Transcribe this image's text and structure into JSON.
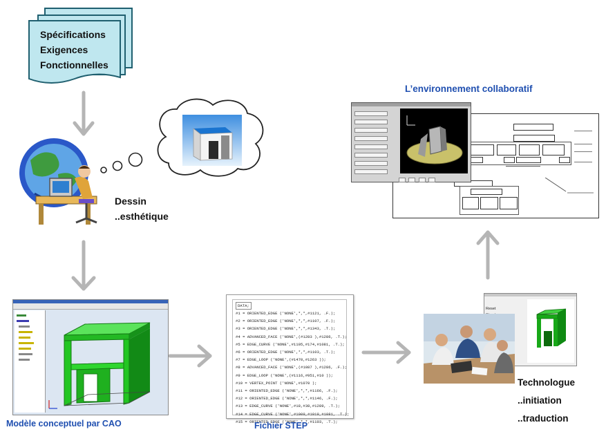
{
  "labels": {
    "specs": [
      "Spécifications",
      "Exigences",
      "Fonctionnelles"
    ],
    "dessin": [
      "Dessin",
      "..esthétique"
    ],
    "env_title": "L’environnement collaboratif",
    "cao_caption": "Modèle conceptuel par CAO",
    "step_caption": "Fichier STEP",
    "technologue": [
      "Technologue",
      "..initiation",
      "..traduction"
    ]
  },
  "step_file": {
    "header": "DATA;",
    "lines": [
      "#1 = ORIENTED_EDGE ('NONE',*,*,#1121, .F.);",
      "#2 = ORIENTED_EDGE ('NONE',*,*,#1107, .F.);",
      "#3 = ORIENTED_EDGE ('NONE',*,*,#1343, .T.);",
      "#4 = ADVANCED_FACE ('NONE',(#1283 ),#1286, .T.);",
      "#5 = EDGE_CURVE ('NONE',#1105,#174,#1081, .T.);",
      "#6 = ORIENTED_EDGE ('NONE',*,*,#1103, .T.);",
      "#7 = EDGE_LOOP ('NONE',(#1470,#1263 ));",
      "#8 = ADVANCED_FACE ('NONE',(#1087 ),#1286, .F.);",
      "#9 = EDGE_LOOP ('NONE',(#1116,#951,#10 ));",
      "#10 = VERTEX_POINT ('NONE',#1070 );",
      "#11 = ORIENTED_EDGE ('NONE',*,*,#1166, .F.);",
      "#12 = ORIENTED_EDGE ('NONE',*,*,#1146, .F.);",
      "#13 = EDGE_CURVE ('NONE',#18,#38,#1289, .T.);",
      "#14 = EDGE_CURVE ('NONE',#1009,#1019,#1081, .T.);",
      "#15 = ORIENTED_EDGE ('NONE',*,*,#1103, .T.);"
    ]
  },
  "tech_window": {
    "items": [
      "Reset",
      "Structure"
    ]
  },
  "colors": {
    "blue_caption": "#1f4fb0",
    "arrow": "#b5b5b5",
    "furniture_green": "#22c622",
    "doc_fill": "#bfe7ef"
  }
}
